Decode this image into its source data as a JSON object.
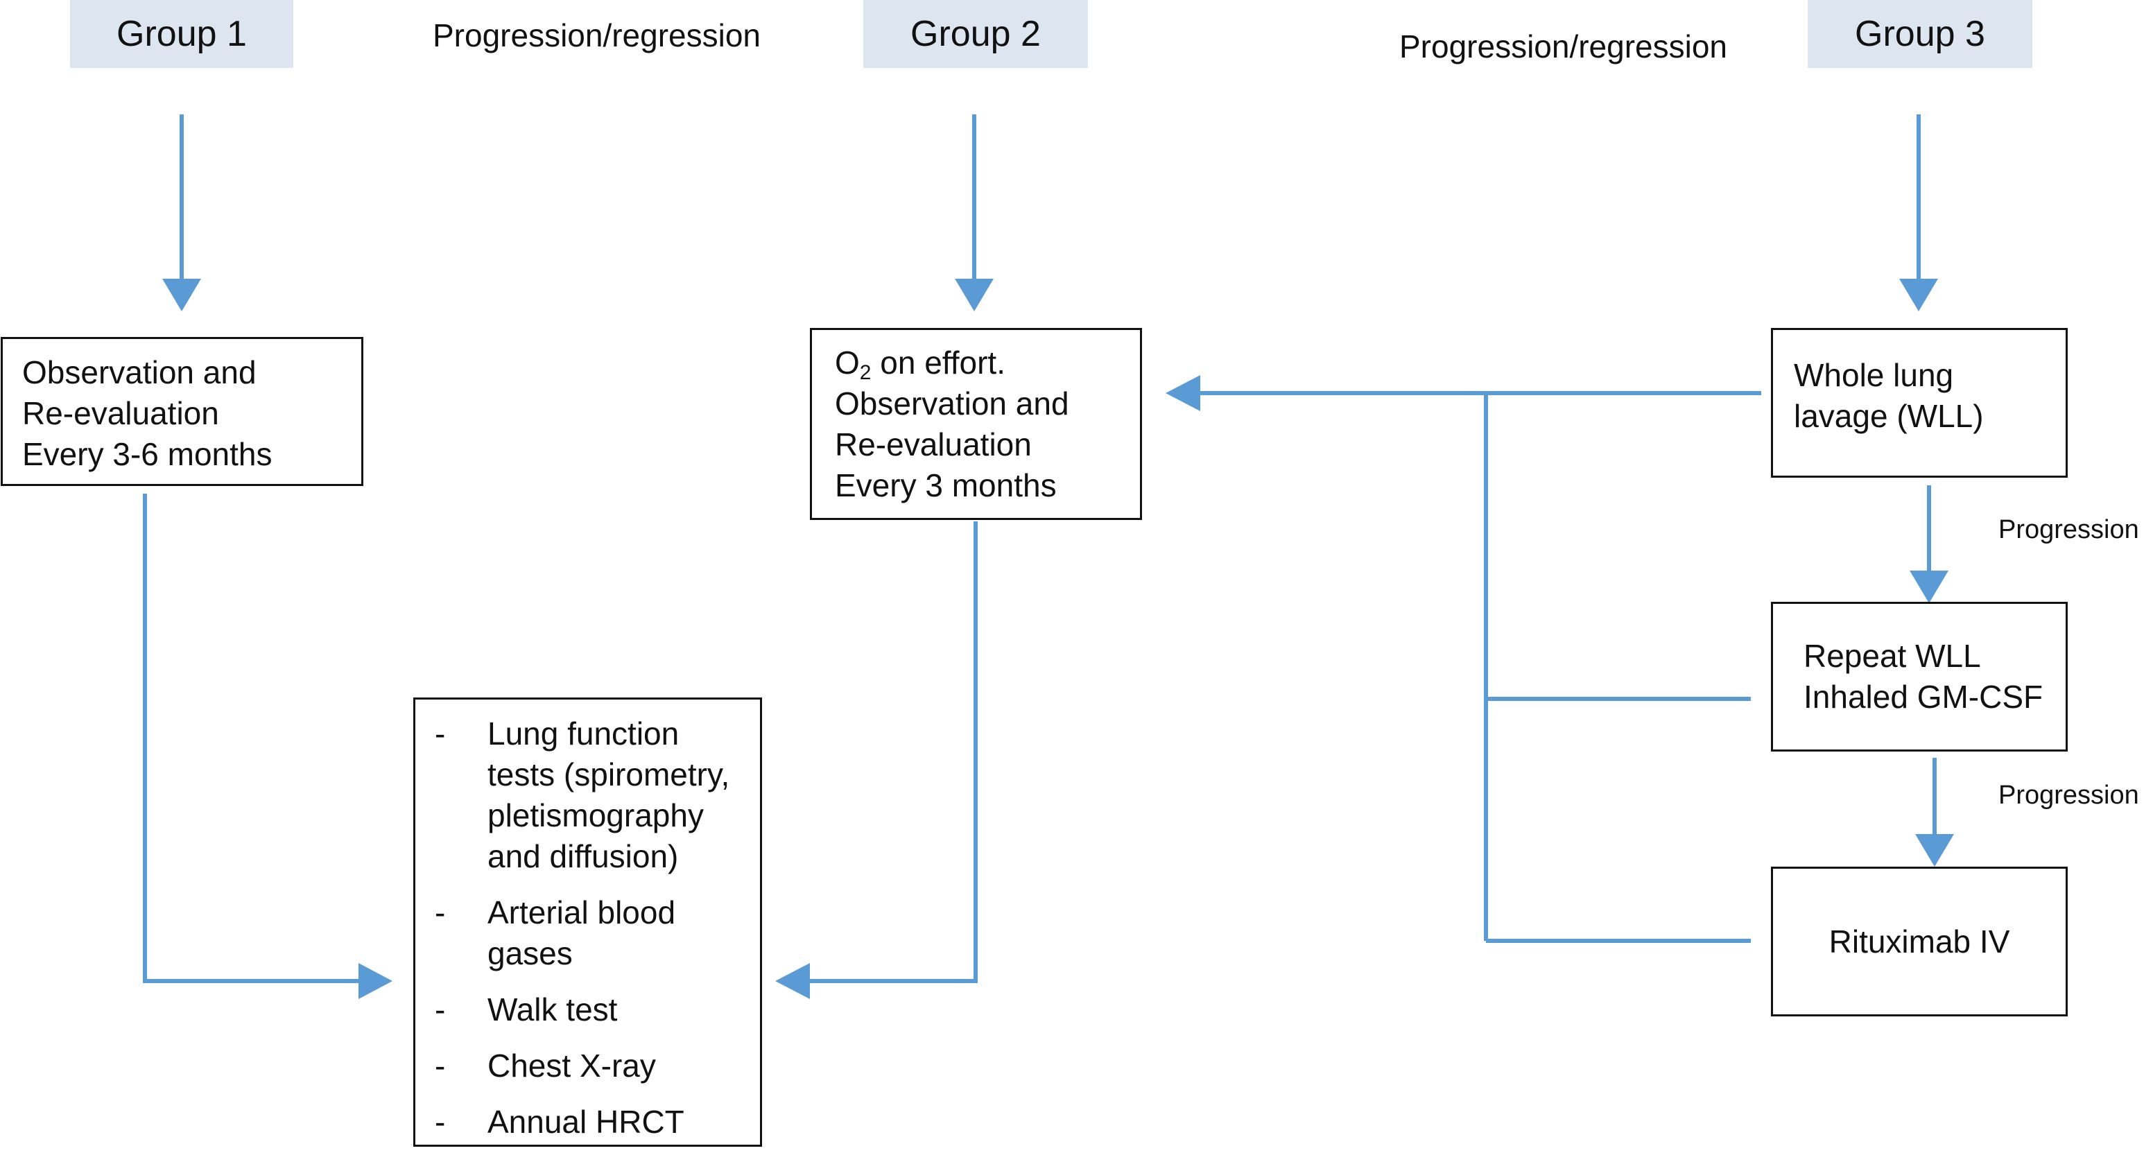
{
  "groups": {
    "group1": "Group 1",
    "group2": "Group 2",
    "group3": "Group 3"
  },
  "flow_labels": {
    "progression_regression_1": "Progression/regression",
    "progression_regression_2": "Progression/regression",
    "progression_1": "Progression",
    "progression_2": "Progression"
  },
  "boxes": {
    "observation_3_6": {
      "line1": "Observation and",
      "line2": "Re-evaluation",
      "line3": "Every 3-6 months"
    },
    "o2_observation": {
      "line1_base": "O",
      "line1_subscript": "2",
      "line1_rest": " on effort.",
      "line2": "Observation and",
      "line3": "Re-evaluation",
      "line4": "Every 3 months"
    },
    "whole_lung_lavage": {
      "line1": "Whole lung",
      "line2": "lavage (WLL)"
    },
    "repeat_wll": {
      "line1": "Repeat WLL",
      "line2": "Inhaled GM-CSF"
    },
    "rituximab": {
      "label": "Rituximab IV"
    },
    "follow_up_tests": {
      "dash": "-",
      "items": [
        "Lung function\ntests (spirometry,\npletismography\nand diffusion)",
        "Arterial blood\ngases",
        "Walk test",
        "Chest X-ray",
        "Annual HRCT"
      ]
    }
  },
  "colors": {
    "connector": "#5b9bd5",
    "header_fill": "#dde5f0",
    "box_border": "#111111"
  }
}
